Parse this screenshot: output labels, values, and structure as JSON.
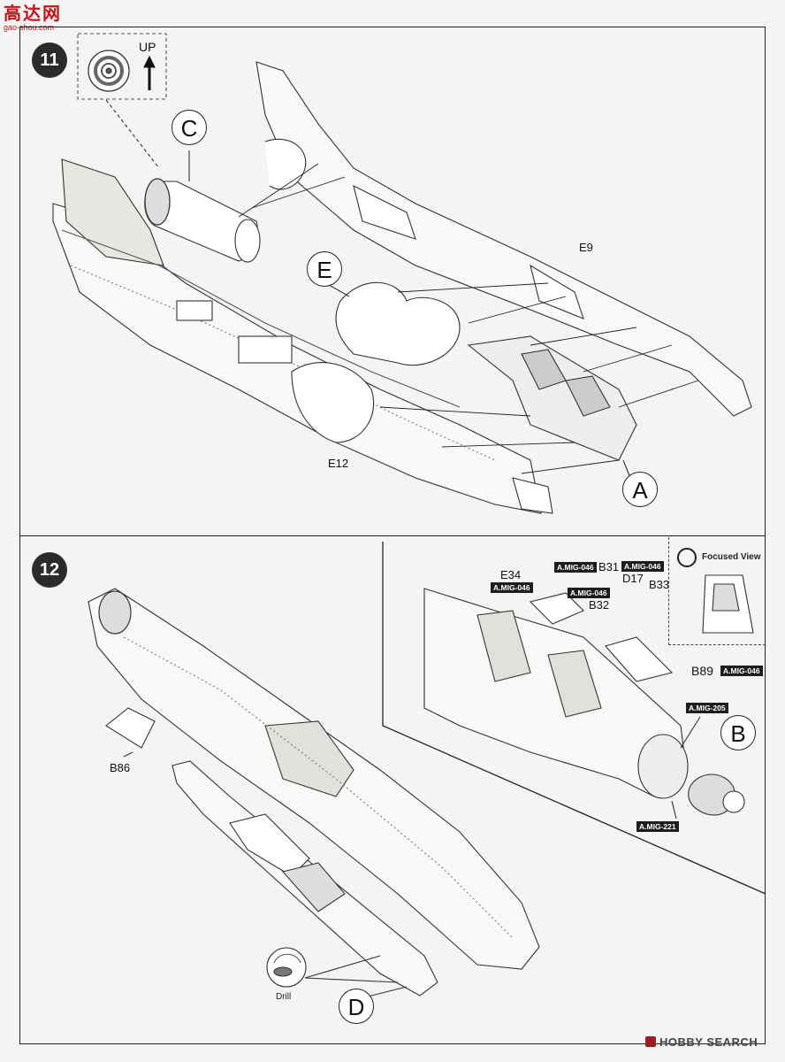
{
  "site": {
    "logo_hanzi": "高达网",
    "logo_domain": "gao-shou.com"
  },
  "step11": {
    "number": "11",
    "up_label": "UP",
    "parts": {
      "c": "C",
      "e": "E",
      "a": "A"
    },
    "labels": {
      "e9": "E9",
      "e12": "E12"
    }
  },
  "step12": {
    "number": "12",
    "parts": {
      "b": "B",
      "d": "D"
    },
    "labels": {
      "b86": "B86",
      "e34": "E34",
      "b31": "B31",
      "d17": "D17",
      "b33": "B33",
      "b32": "B32",
      "b89": "B89"
    },
    "paint_tags": {
      "e34_tag": "A.MIG-046",
      "b31_tag": "A.MIG-046",
      "b32_tag": "A.MIG-046",
      "b33_tag": "A.MIG-046",
      "b89_tag": "A.MIG-046",
      "tag_205": "A.MIG-205",
      "tag_221": "A.MIG-221"
    },
    "focused_view": "Focused View",
    "drill_label": "Drill"
  },
  "watermark": "HOBBY SEARCH"
}
